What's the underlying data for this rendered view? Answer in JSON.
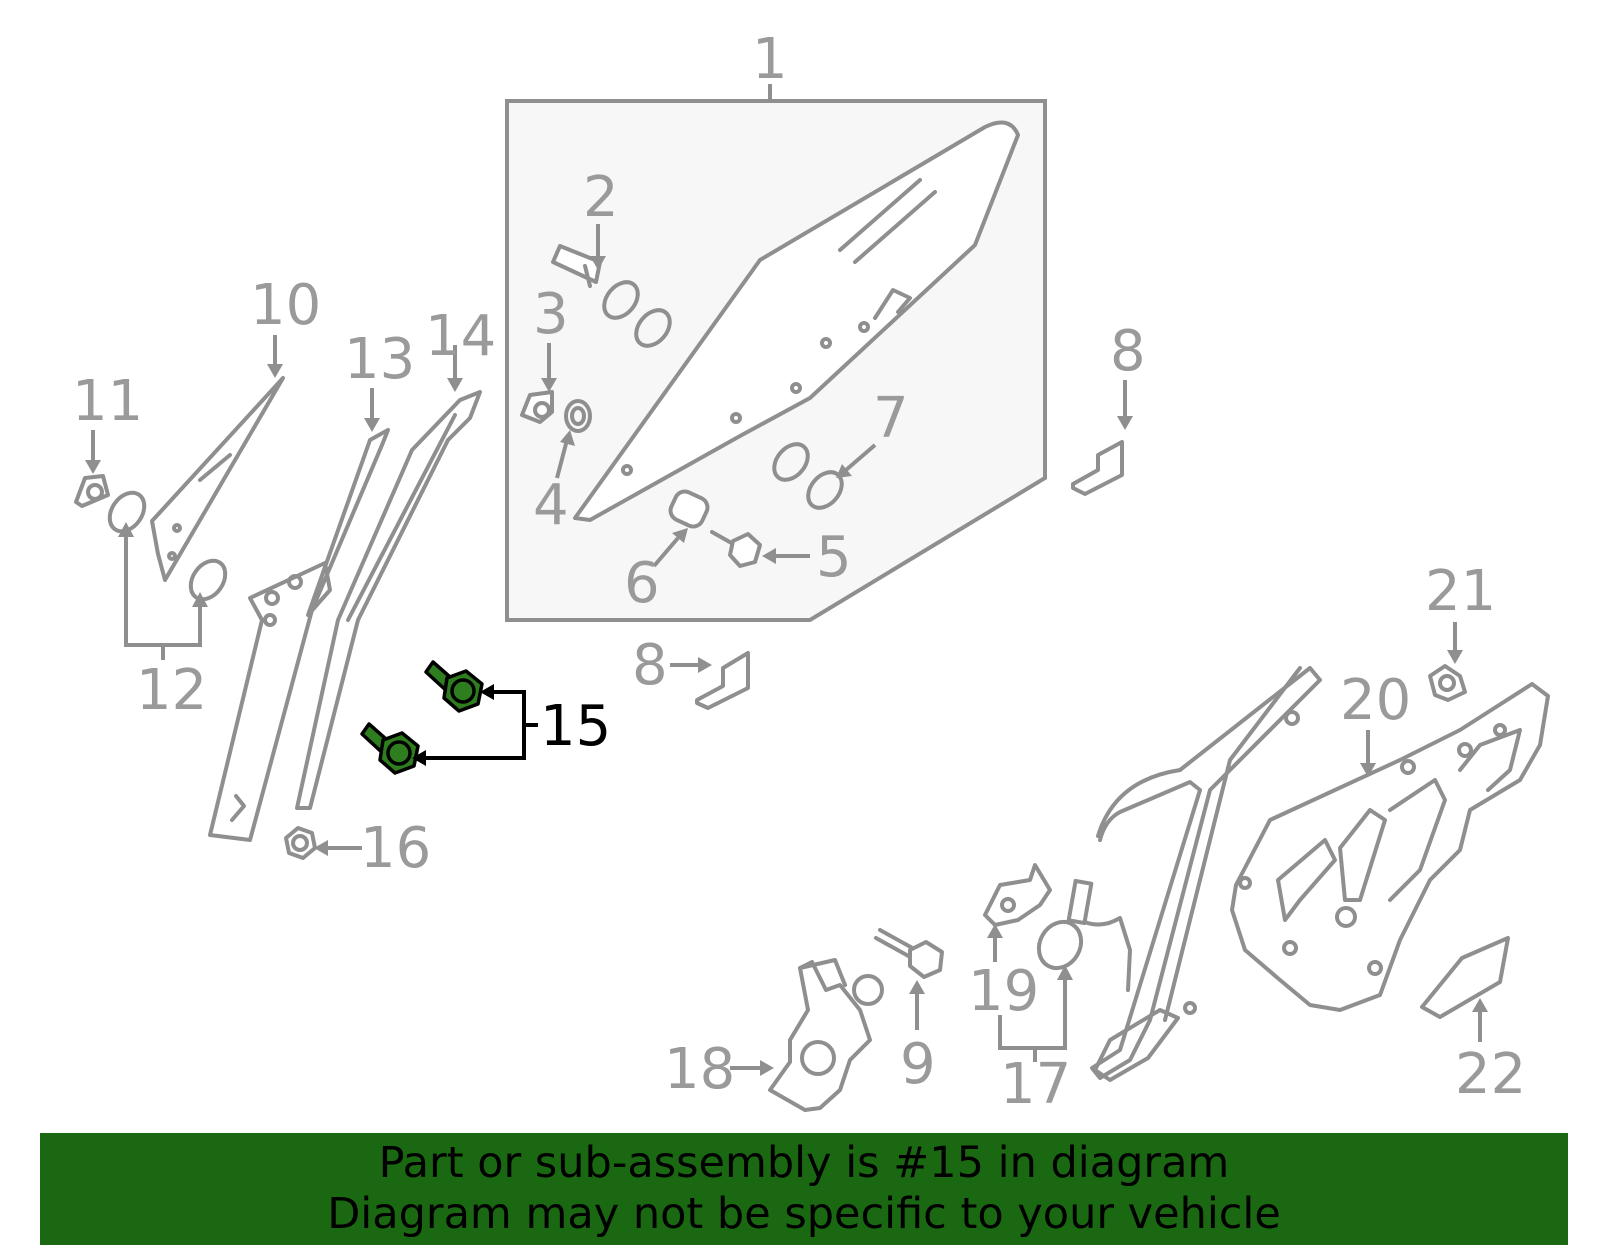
{
  "callouts": {
    "c1": "1",
    "c2": "2",
    "c3": "3",
    "c4": "4",
    "c5": "5",
    "c6": "6",
    "c7": "7",
    "c8a": "8",
    "c8b": "8",
    "c9": "9",
    "c10": "10",
    "c11": "11",
    "c12": "12",
    "c13": "13",
    "c14": "14",
    "c15": "15",
    "c16": "16",
    "c17": "17",
    "c18": "18",
    "c19": "19",
    "c20": "20",
    "c21": "21",
    "c22": "22"
  },
  "highlight_part": "15",
  "colors": {
    "part_stroke": "#8f8f8f",
    "highlight_fill": "#2e7d1e",
    "banner_bg": "#1a6811",
    "box_fill": "#f7f7f7"
  },
  "banner": {
    "line1": "Part or sub-assembly is #15 in diagram",
    "line2": "Diagram may not be specific to your vehicle"
  }
}
